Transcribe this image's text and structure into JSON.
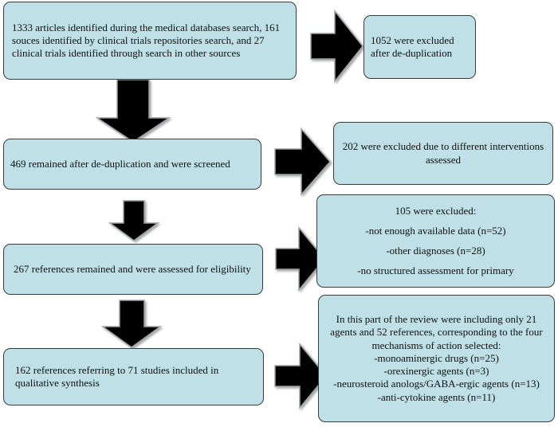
{
  "flow": {
    "box1": "1333 articles identified during the medical databases search, 161 souces identified by clinical trials repositories search, and 27 clinical trials identified through search in other sources",
    "box2": "469 remained after de-duplication and were screened",
    "box3": "267 references remained and were assessed for eligibility",
    "box4": "162 references referring to 71 studies included in qualitative synthesis"
  },
  "excluded": {
    "box1": "1052 were excluded after de-duplication",
    "box2": "202 were excluded due to different interventions assessed",
    "box3": {
      "title": "105 were excluded:",
      "items": [
        "-not enough available data (n=52)",
        "-other diagnoses (n=28)",
        "-no structured assessment for primary"
      ]
    },
    "box4": {
      "intro": "In this part of the review were including only 21 agents and 52 references, corresponding to the four mechanisms of action selected:",
      "items": [
        "-monoaminergic drugs (n=25)",
        "-orexinergic agents (n=3)",
        "-neurosteroid anologs/GABA-ergic agents (n=13)",
        "-anti-cytokine agents (n=11)"
      ]
    }
  },
  "colors": {
    "box_fill": "#bfe0e6",
    "box_border": "#3a3a3a",
    "arrow_fill": "#000000",
    "arrow_outline": "#9aa3a6"
  }
}
